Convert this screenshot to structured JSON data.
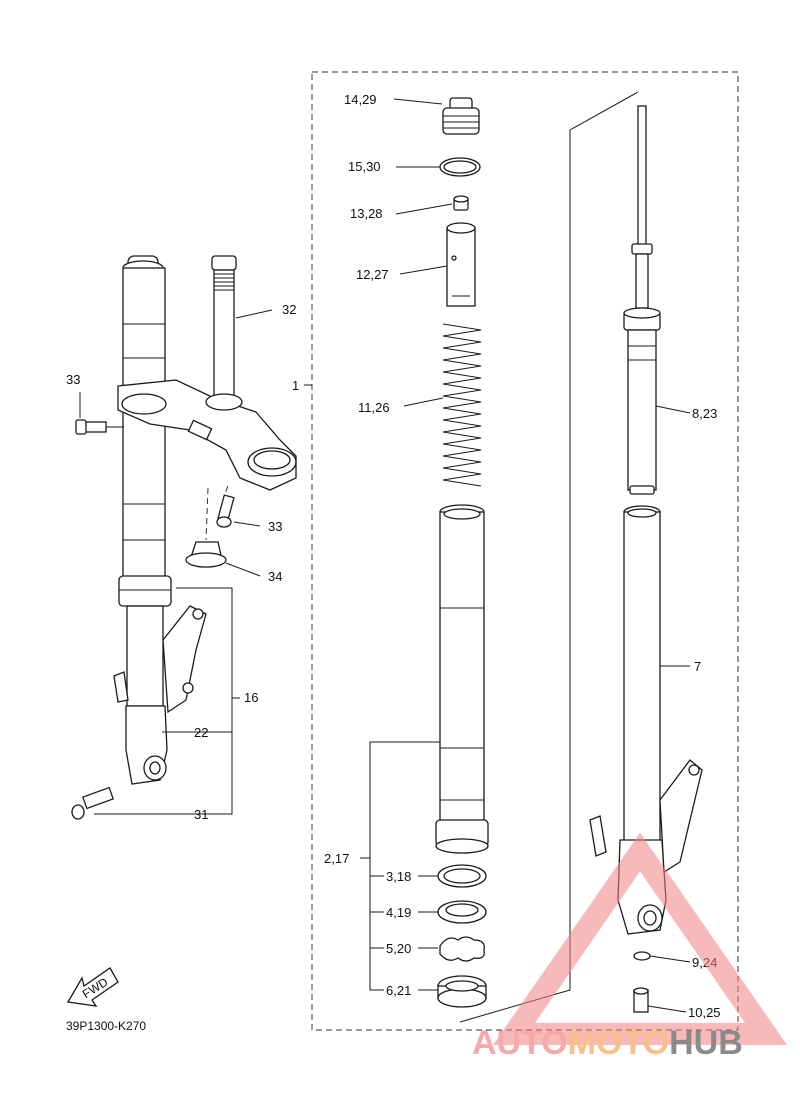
{
  "diagram_code": "39P1300-K270",
  "fwd_label": "FWD",
  "watermark": {
    "part1": "AUTO",
    "part2": "MOTO",
    "part3": "HUB",
    "color1": "#f5a9a9",
    "color2": "#f7c08a",
    "color3": "#8a8a8a"
  },
  "labels": {
    "l1": "1",
    "l7": "7",
    "l14": "14,29",
    "l15": "15,30",
    "l13": "13,28",
    "l12": "12,27",
    "l11": "11,26",
    "l823": "8,23",
    "l217": "2,17",
    "l318": "3,18",
    "l419": "4,19",
    "l520": "5,20",
    "l621": "6,21",
    "l924": "9,24",
    "l1025": "10,25",
    "l32": "32",
    "l33a": "33",
    "l33b": "33",
    "l34": "34",
    "l16": "16",
    "l22": "22",
    "l31": "31"
  }
}
